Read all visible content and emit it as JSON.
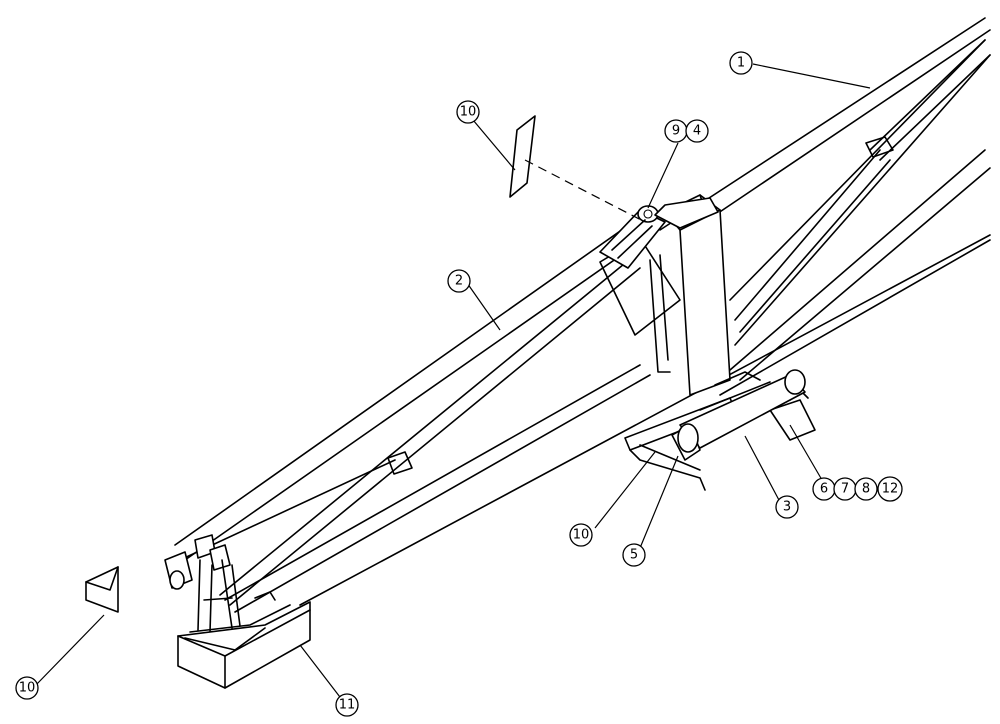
{
  "callouts": {
    "c1": "1",
    "c2": "2",
    "c3": "3",
    "c4": "4",
    "c5": "5",
    "c6": "6",
    "c7": "7",
    "c8": "8",
    "c9": "9",
    "c10_top": "10",
    "c10_mid": "10",
    "c10_left": "10",
    "c11": "11",
    "c12": "12"
  }
}
